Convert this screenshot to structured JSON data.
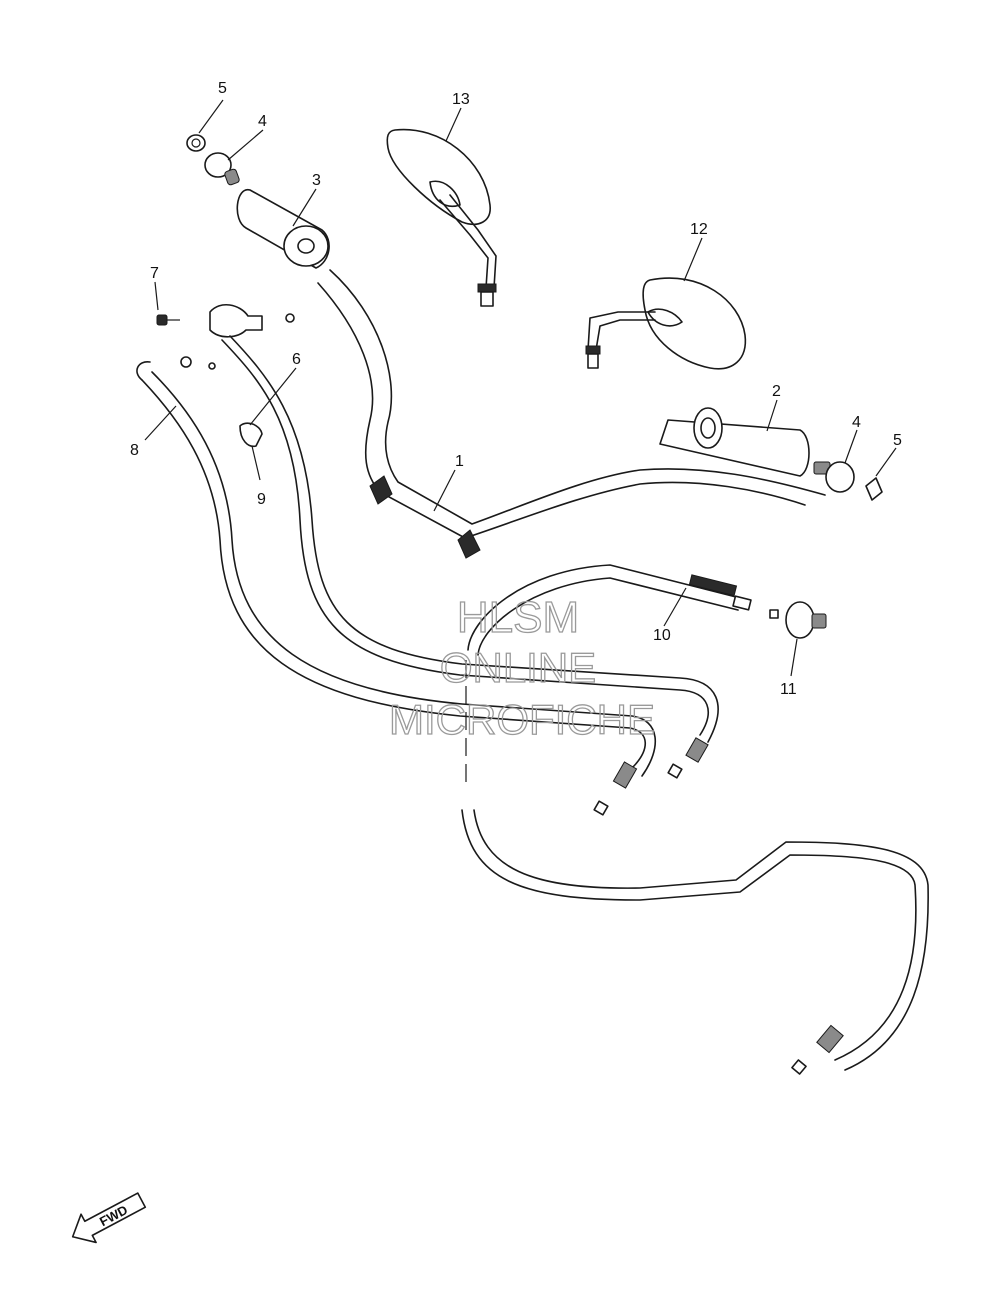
{
  "watermark": {
    "line1": "HLSM",
    "line2": "ONLINE",
    "line3": "MICROFICHE"
  },
  "fwd_label": "FWD",
  "callouts": {
    "c1": "1",
    "c2": "2",
    "c3": "3",
    "c4a": "4",
    "c4b": "4",
    "c5a": "5",
    "c5b": "5",
    "c6": "6",
    "c7": "7",
    "c8": "8",
    "c9": "9",
    "c10": "10",
    "c11": "11",
    "c12": "12",
    "c13": "13"
  }
}
